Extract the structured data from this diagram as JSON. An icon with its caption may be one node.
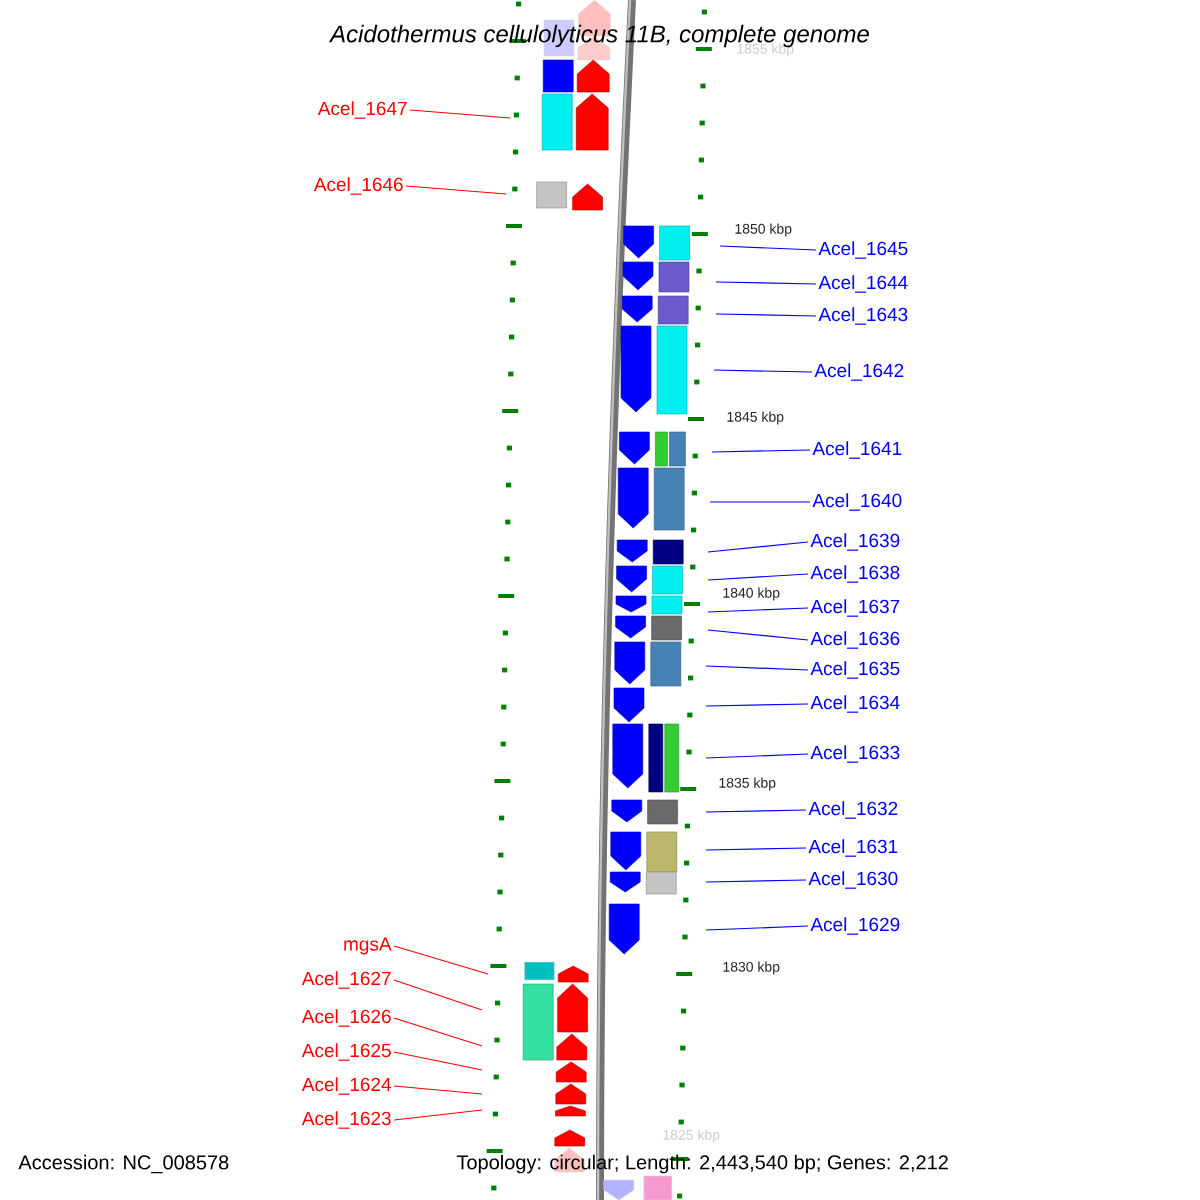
{
  "diagram": {
    "title": "Acidothermus cellulolyticus 11B, complete genome",
    "nodes": [
      {
        "text": [
          "Acel_1647"
        ]
      },
      {
        "text": [
          "Acel_1646"
        ]
      },
      {
        "text": [
          "Acel_1645"
        ]
      },
      {
        "text": [
          "Acel_1644"
        ]
      },
      {
        "text": [
          "Acel_1643"
        ]
      },
      {
        "text": [
          "Acel_1642"
        ]
      },
      {
        "text": [
          "Acel_1641"
        ]
      },
      {
        "text": [
          "Acel_1640"
        ]
      },
      {
        "text": [
          "Acel_1639"
        ]
      },
      {
        "text": [
          "Acel_1638"
        ]
      },
      {
        "text": [
          "Acel_1637"
        ]
      },
      {
        "text": [
          "Acel_1636"
        ]
      },
      {
        "text": [
          "Acel_1635"
        ]
      },
      {
        "text": [
          "Acel_1634"
        ]
      },
      {
        "text": [
          "Acel_1633"
        ]
      },
      {
        "text": [
          "Acel_1632"
        ]
      },
      {
        "text": [
          "Acel_1631"
        ]
      },
      {
        "text": [
          "Acel_1630"
        ]
      },
      {
        "text": [
          "Acel_1629"
        ]
      },
      {
        "text": [
          "mgsA"
        ]
      },
      {
        "text": [
          "Acel_1627"
        ]
      },
      {
        "text": [
          "Acel_1626"
        ]
      },
      {
        "text": [
          "Acel_1625"
        ]
      },
      {
        "text": [
          "Acel_1624"
        ]
      },
      {
        "text": [
          "Acel_1623"
        ]
      }
    ],
    "edges": [
      {
        "from": 0,
        "to": null,
        "arrow": "none",
        "color": "#ff0000"
      },
      {
        "from": 1,
        "to": null,
        "arrow": "none",
        "color": "#ff0000"
      },
      {
        "from": 2,
        "to": null,
        "arrow": "none"
      },
      {
        "from": 3,
        "to": null,
        "arrow": "none"
      },
      {
        "from": 4,
        "to": null,
        "arrow": "none"
      },
      {
        "from": 5,
        "to": null,
        "arrow": "none"
      },
      {
        "from": 6,
        "to": null,
        "arrow": "none"
      },
      {
        "from": 7,
        "to": null,
        "arrow": "none"
      },
      {
        "from": 8,
        "to": null,
        "arrow": "none"
      },
      {
        "from": 9,
        "to": null,
        "arrow": "none"
      },
      {
        "from": 10,
        "to": null,
        "arrow": "none"
      },
      {
        "from": 11,
        "to": null,
        "arrow": "none"
      },
      {
        "from": 12,
        "to": null,
        "arrow": "none"
      },
      {
        "from": 13,
        "to": null,
        "arrow": "none"
      },
      {
        "from": 14,
        "to": null,
        "arrow": "none"
      },
      {
        "from": 15,
        "to": null,
        "arrow": "none"
      },
      {
        "from": 16,
        "to": null,
        "arrow": "none"
      },
      {
        "from": 17,
        "to": null,
        "arrow": "none"
      },
      {
        "from": 18,
        "to": null,
        "arrow": "none"
      },
      {
        "from": 19,
        "to": null,
        "arrow": "none",
        "color": "#ff0000"
      },
      {
        "from": 20,
        "to": null,
        "arrow": "none",
        "color": "#ff0000"
      },
      {
        "from": 21,
        "to": null,
        "arrow": "none",
        "color": "#ff0000"
      },
      {
        "from": 22,
        "to": null,
        "arrow": "none",
        "color": "#ff0000"
      },
      {
        "from": 23,
        "to": null,
        "arrow": "none",
        "color": "#ff0000"
      },
      {
        "from": 24,
        "to": null,
        "arrow": "none",
        "color": "#ff0000"
      }
    ],
    "labels": [
      "1855 kbp",
      "1850 kbp",
      "1845 kbp",
      "1840 kbp",
      "1835 kbp",
      "1830 kbp",
      "1825 kbp",
      "Accession: NC_008578",
      "Topology: circular; Length: 2,443,540 bp; Genes: 2,212"
    ]
  }
}
